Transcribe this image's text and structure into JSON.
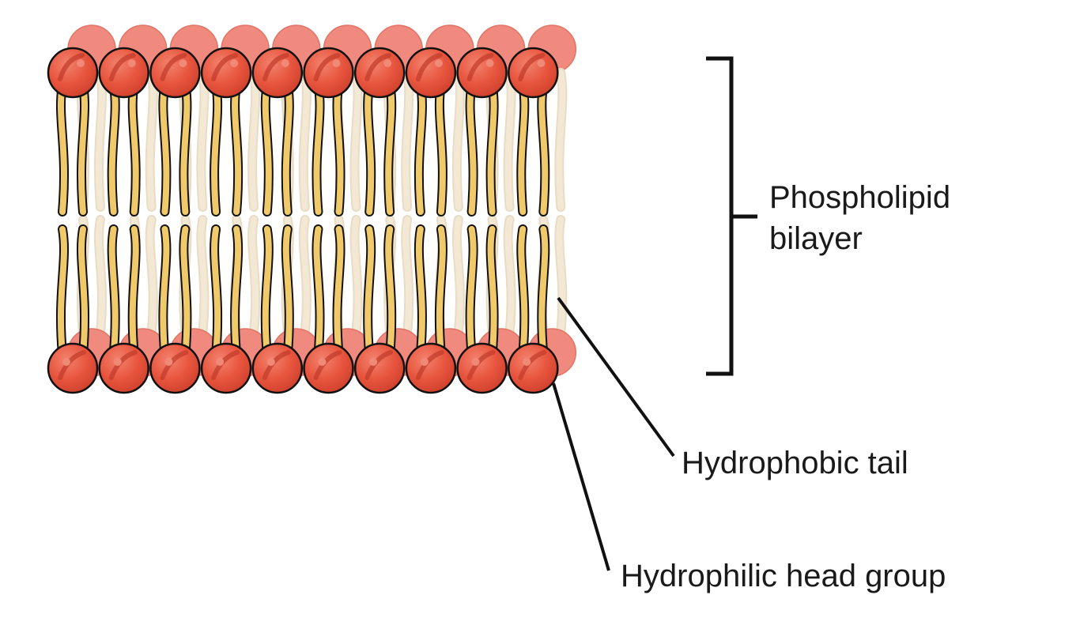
{
  "labels": {
    "bilayer_line1": "Phospholipid",
    "bilayer_line2": "bilayer",
    "tail": "Hydrophobic tail",
    "head": "Hydrophilic head group"
  },
  "structure": {
    "phospholipids_per_leaflet_front": 10,
    "phospholipids_per_leaflet_back": 10,
    "leaflets": 2
  },
  "colors": {
    "head_fill": "#e8553e",
    "head_highlight": "#f08a77",
    "head_shadow": "#c03a29",
    "head_back": "#f08a7f",
    "tail_fill": "#f0c96a",
    "tail_back": "#f3e8d4",
    "outline": "#111111",
    "text": "#1a1a1a"
  }
}
